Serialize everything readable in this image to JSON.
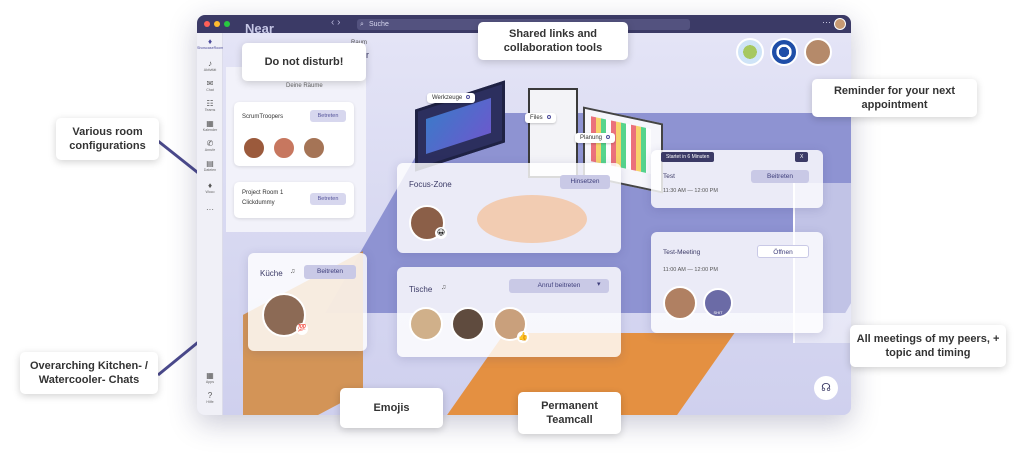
{
  "window": {
    "search_placeholder": "Suche",
    "nav_arrows": "‹  ›",
    "more": "···",
    "dot_colors": [
      "#ff5f57",
      "#febc2e",
      "#28c840"
    ]
  },
  "rail": {
    "items": [
      {
        "icon": "wave-icon",
        "glyph": "♦",
        "label": "ShowcaseRoom"
      },
      {
        "icon": "bell-icon",
        "glyph": "🔔",
        "label": "Aktivität"
      },
      {
        "icon": "chat-icon",
        "glyph": "✉",
        "label": "Chat"
      },
      {
        "icon": "teams-icon",
        "glyph": "☷",
        "label": "Teams"
      },
      {
        "icon": "calendar-icon",
        "glyph": "▦",
        "label": "Kalender"
      },
      {
        "icon": "calls-icon",
        "glyph": "✆",
        "label": "Anrufe"
      },
      {
        "icon": "files-icon",
        "glyph": "▤",
        "label": "Dateien"
      },
      {
        "icon": "wave-icon",
        "glyph": "♦",
        "label": "Woco"
      },
      {
        "icon": "more-icon",
        "glyph": "···",
        "label": ""
      },
      {
        "icon": "apps-icon",
        "glyph": "▦",
        "label": "Apps"
      },
      {
        "icon": "help-icon",
        "glyph": "?",
        "label": "Hilfe"
      }
    ]
  },
  "header": {
    "room_sub": "Raum",
    "room_title": "hear",
    "brand_partial": "Near"
  },
  "left_panel": {
    "caption": "Deine Räume",
    "rooms": [
      {
        "title": "ScrumTroopers",
        "button": "Betreten"
      },
      {
        "title": "Project Room 1",
        "title2": "Clickdummy",
        "button": "Betreten"
      }
    ]
  },
  "kitchen": {
    "title": "Küche",
    "button": "Beitreten",
    "emoji": "💯"
  },
  "focus": {
    "title": "Focus-Zone",
    "button": "Hinsetzen",
    "emoji": "😀"
  },
  "tische": {
    "title": "Tische",
    "button": "Anruf beitreten",
    "emoji": "👍"
  },
  "meetings": {
    "reminder": "Startet in 6 Minuten",
    "close": "X",
    "test": {
      "title": "Test",
      "time": "11:30 AM — 12:00 PM",
      "button": "Beitreten"
    },
    "test_meeting": {
      "title": "Test-Meeting",
      "time": "11:00 AM — 12:00 PM",
      "button": "Öffnen",
      "avatar_label": "SHIT"
    }
  },
  "scene_tags": {
    "werkzeuge": "Werkzeuge",
    "files": "Files",
    "planung": "Planung"
  },
  "callouts": {
    "shared_links": "Shared links and collaboration tools",
    "do_not_disturb": "Do not disturb!",
    "reminder": "Reminder for your next appointment",
    "room_configs": "Various room configurations",
    "kitchen_chats": "Overarching Kitchen- / Watercooler- Chats",
    "emojis": "Emojis",
    "teamcall": "Permanent Teamcall",
    "peers_meetings": "All meetings of my peers, + topic and timing"
  },
  "colors": {
    "titlebar": "#3b3a66",
    "accent": "#4b4a9a",
    "callout_line": "#4b4a8c"
  }
}
